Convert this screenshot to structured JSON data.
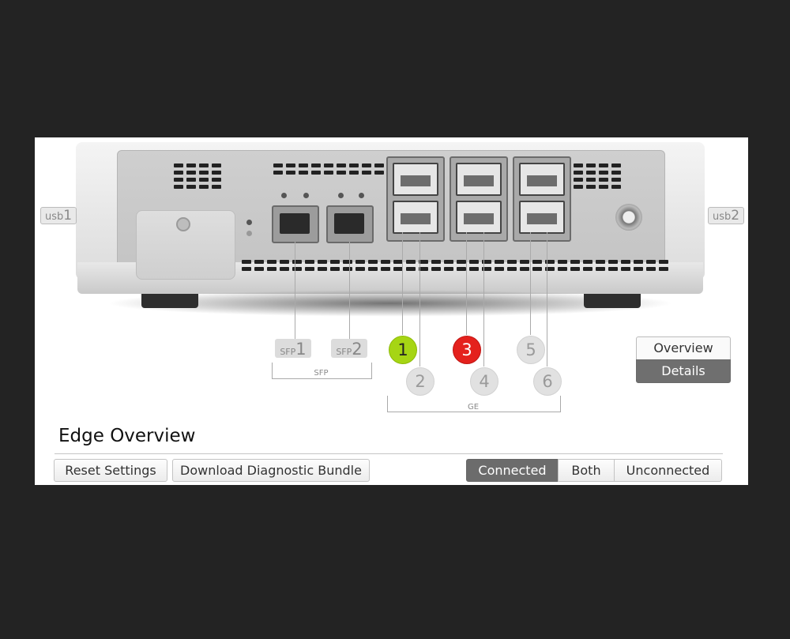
{
  "device": {
    "usb_left": {
      "prefix": "usb",
      "num": "1"
    },
    "usb_right": {
      "prefix": "usb",
      "num": "2"
    },
    "sfp_ports": [
      {
        "prefix": "SFP",
        "num": "1"
      },
      {
        "prefix": "SFP",
        "num": "2"
      }
    ],
    "sfp_group_label": "SFP",
    "ge_ports": [
      {
        "num": "1",
        "status": "connected",
        "color": "#a6d514"
      },
      {
        "num": "2",
        "status": "inactive"
      },
      {
        "num": "3",
        "status": "error",
        "color": "#e4211d"
      },
      {
        "num": "4",
        "status": "inactive"
      },
      {
        "num": "5",
        "status": "inactive"
      },
      {
        "num": "6",
        "status": "inactive"
      }
    ],
    "ge_group_label": "GE"
  },
  "view_toggle": {
    "overview": "Overview",
    "details": "Details",
    "selected": "Details"
  },
  "page_title": "Edge Overview",
  "toolbar": {
    "reset": "Reset Settings",
    "download": "Download Diagnostic Bundle"
  },
  "filter": {
    "options": [
      "Connected",
      "Both",
      "Unconnected"
    ],
    "selected": "Connected"
  }
}
